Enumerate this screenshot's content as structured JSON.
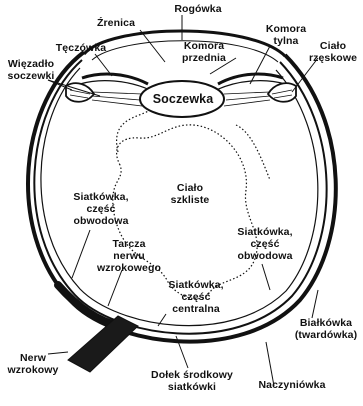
{
  "labels": {
    "rogowka": "Rogówka",
    "zrenica": "Źrenica",
    "teczowka": "Tęczówka",
    "komora_przednia": "Komora\nprzednia",
    "komora_tylna": "Komora\ntylna",
    "cialo_rzeskowe": "Ciało\nrzęskowe",
    "wiezadlo": "Więzadło\nsoczewki",
    "soczewka": "Soczewka",
    "cialo_szkliste": "Ciało\nszkliste",
    "siatkowka_obwodowa_left": "Siatkówka,\nczęść\nobwodowa",
    "siatkowka_obwodowa_right": "Siatkówka,\nczęść\nobwodowa",
    "tarcza": "Tarcza\nnerwu\nwzrokowego",
    "siatkowka_centralna": "Siatkówka,\nczęść\ncentralna",
    "bialkowka": "Białkówka\n(twardówka)",
    "nerw": "Nerw\nwzrokowy",
    "dolek": "Dołek środkowy\nsiatkówki",
    "naczyniowka": "Naczyniówka"
  },
  "colors": {
    "ink": "#111111",
    "background": "#ffffff",
    "lens_fill": "#ffffff",
    "nerve_fill": "#1a1a1a"
  }
}
